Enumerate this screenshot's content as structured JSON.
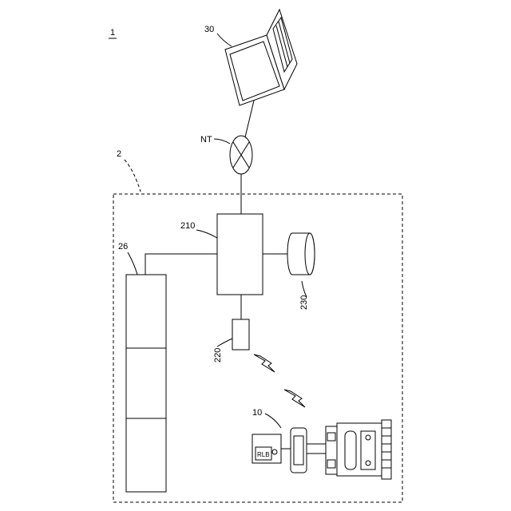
{
  "figure_number": "1",
  "labels": {
    "computer": "30",
    "network": "NT",
    "system": "2",
    "server": "210",
    "conveyor": "26",
    "database": "230",
    "transceiver": "220",
    "robot": "10"
  },
  "robot_panel_text": "RLB"
}
